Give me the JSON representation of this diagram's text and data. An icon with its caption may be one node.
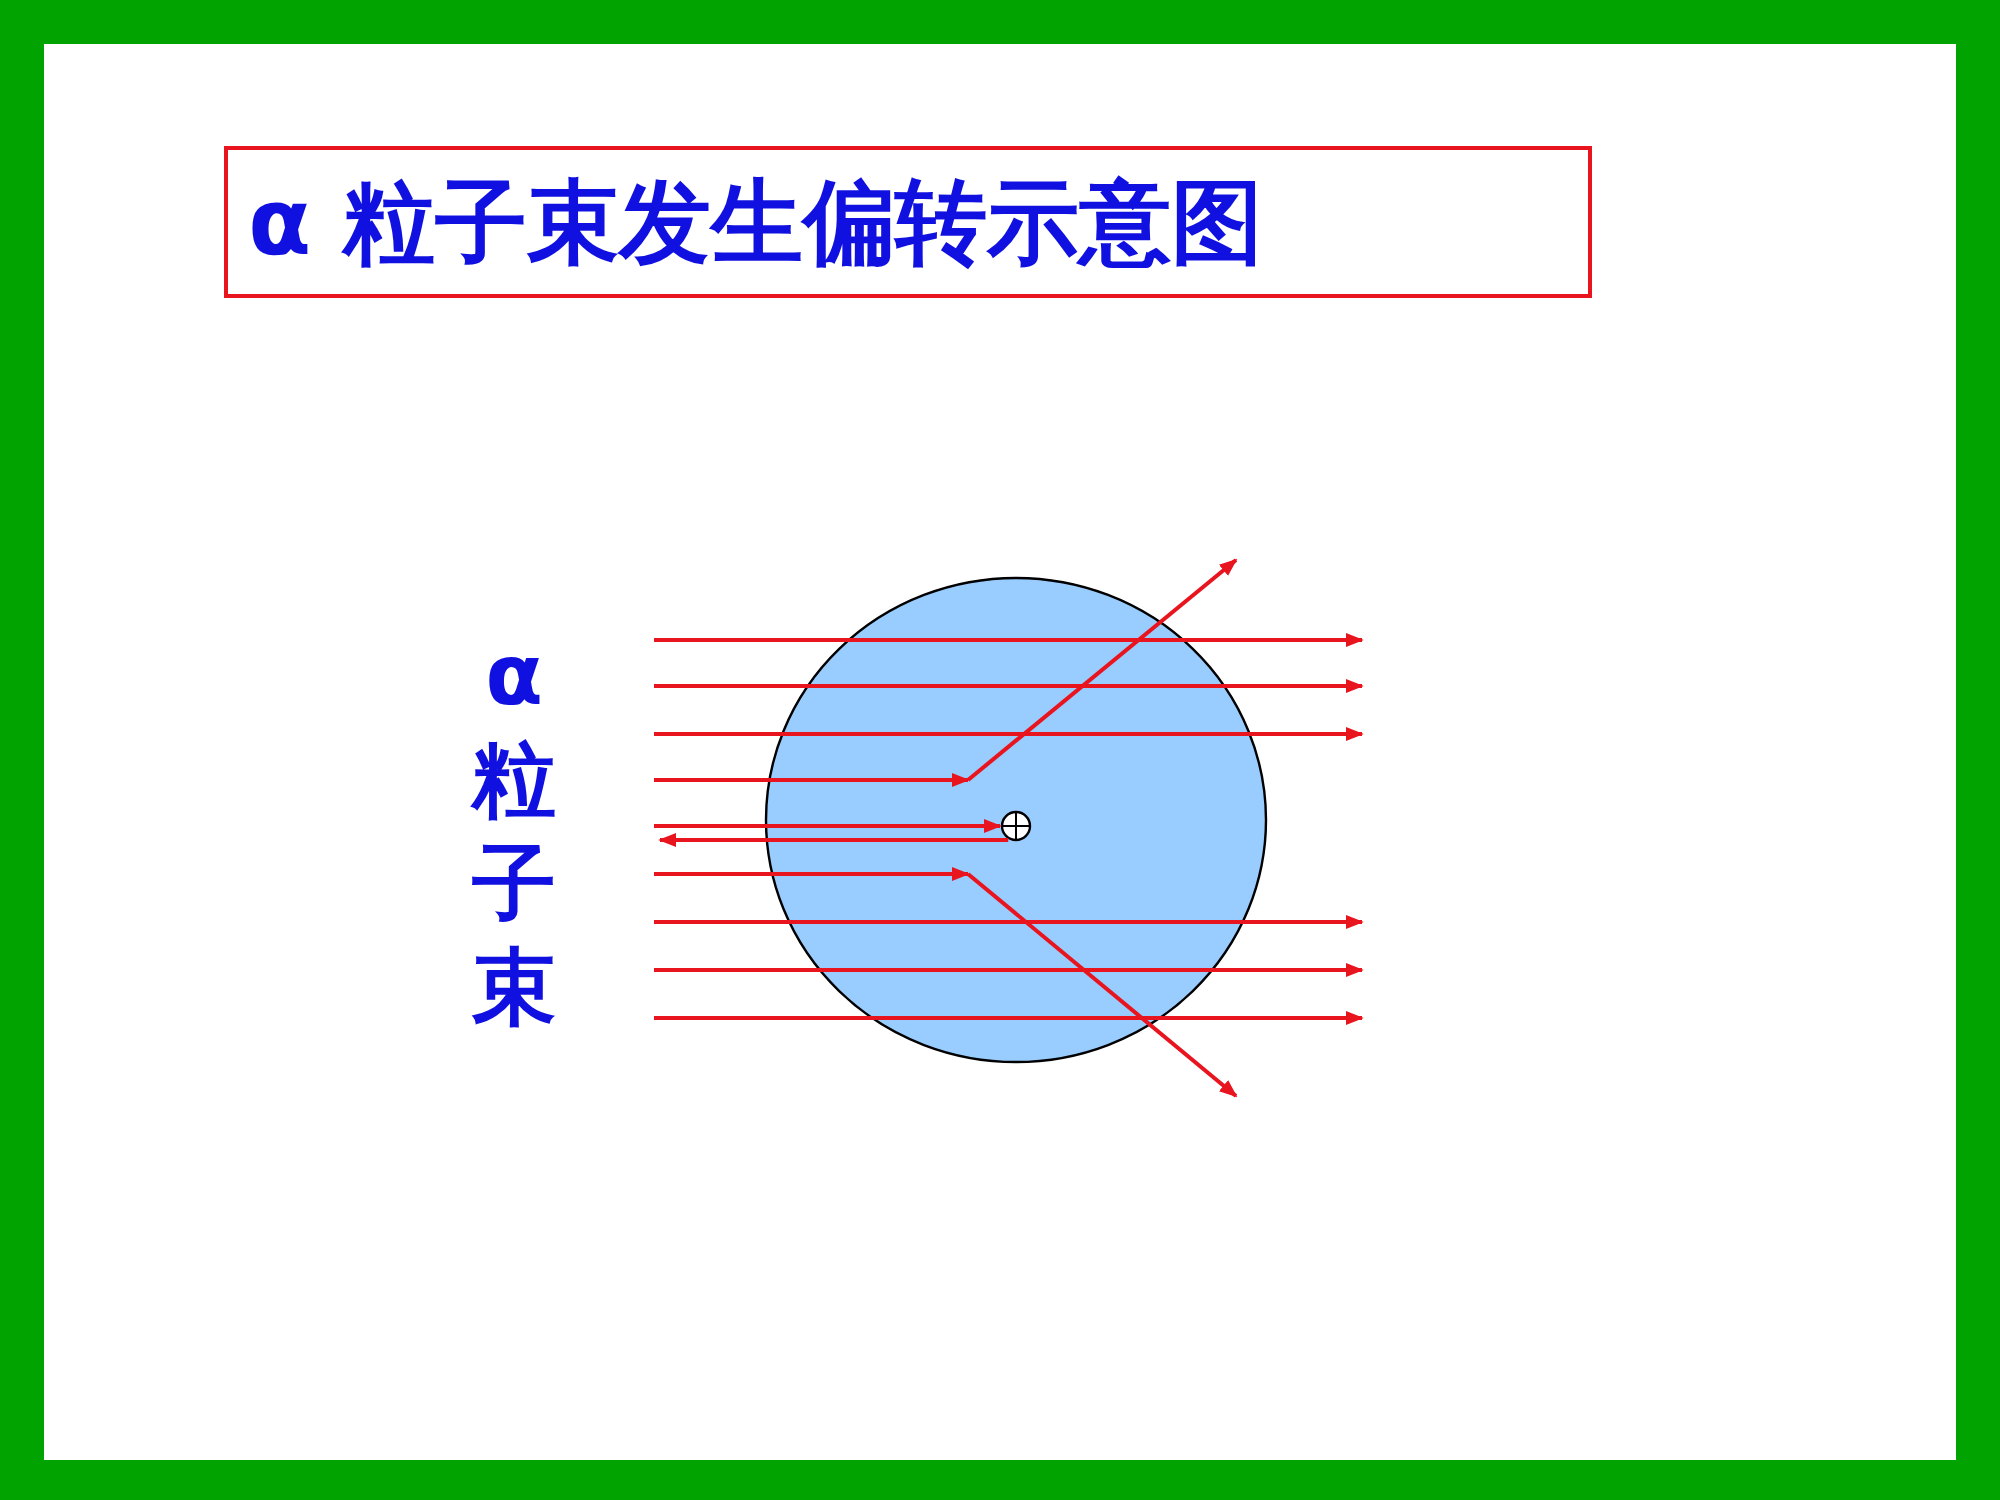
{
  "diagram": {
    "title": "α 粒子束发生偏转示意图",
    "nodes": [
      {
        "text": [],
        "shape": "circle"
      },
      {
        "text": [],
        "shape": "circle",
        "in": 0
      }
    ],
    "edges": [
      {
        "from": null,
        "to": 1,
        "arrow": "to"
      },
      {
        "from": 1,
        "to": null,
        "arrow": "to"
      }
    ],
    "labels": [
      "α粒子束"
    ]
  }
}
